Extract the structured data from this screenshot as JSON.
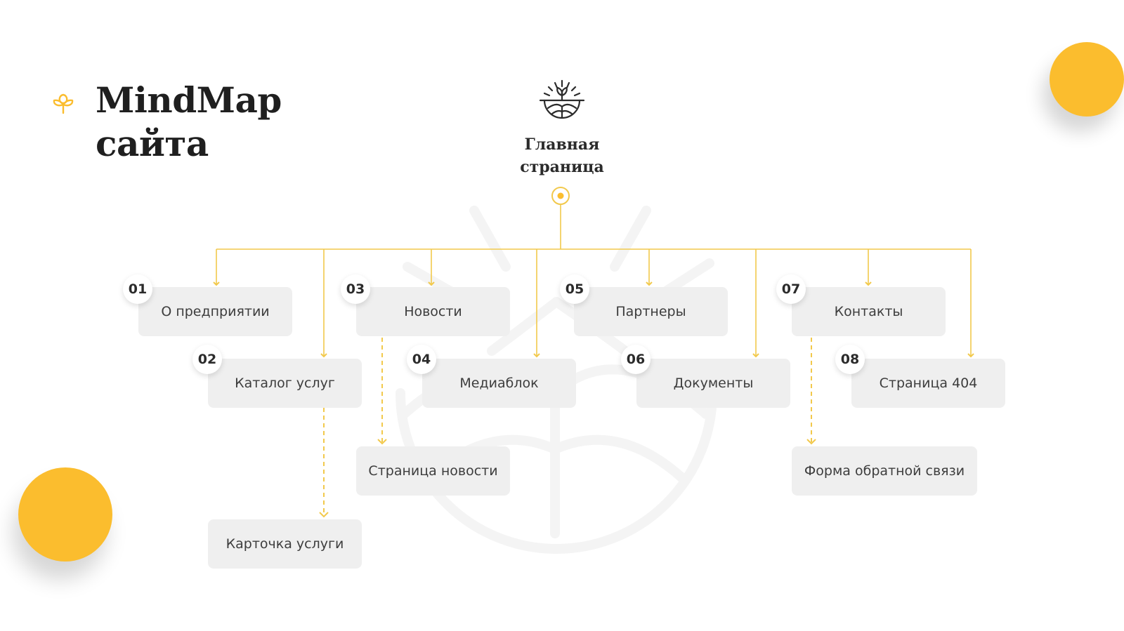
{
  "header": {
    "title_line1": "MindMap",
    "title_line2": "сайта"
  },
  "root": {
    "label_line1": "Главная",
    "label_line2": "страница",
    "icon": "sun-plant-logo-icon"
  },
  "colors": {
    "accent": "#fbbd2e",
    "line": "#f2c94c",
    "box": "#efefef",
    "text": "#3d3d3d"
  },
  "sections": [
    {
      "number": "01",
      "label": "О предприятии"
    },
    {
      "number": "02",
      "label": "Каталог услуг"
    },
    {
      "number": "03",
      "label": "Новости"
    },
    {
      "number": "04",
      "label": "Медиаблок"
    },
    {
      "number": "05",
      "label": "Партнеры"
    },
    {
      "number": "06",
      "label": "Документы"
    },
    {
      "number": "07",
      "label": "Контакты"
    },
    {
      "number": "08",
      "label": "Страница 404"
    }
  ],
  "subpages": [
    {
      "label": "Карточка услуги",
      "parent": "02"
    },
    {
      "label": "Страница новости",
      "parent": "03"
    },
    {
      "label": "Форма обратной связи",
      "parent": "07"
    }
  ]
}
